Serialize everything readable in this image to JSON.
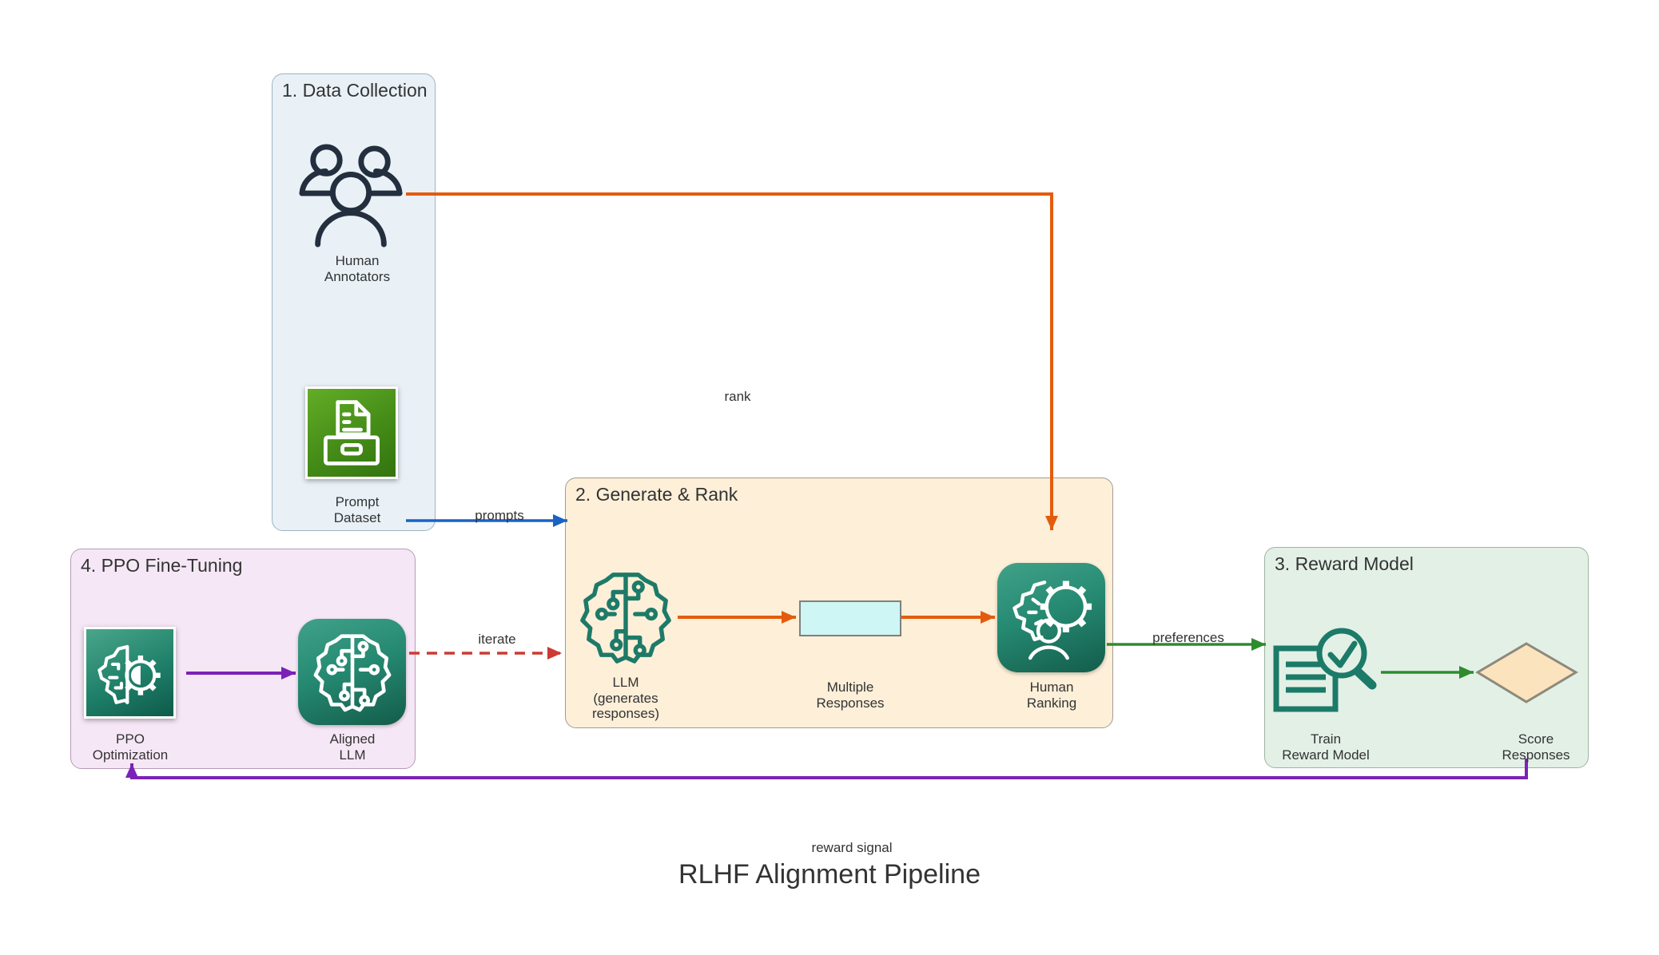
{
  "title": "RLHF Alignment Pipeline",
  "clusters": [
    {
      "title": "1. Data Collection",
      "fill": "#e9f1f7"
    },
    {
      "title": "2. Generate & Rank",
      "fill": "#fdefd8"
    },
    {
      "title": "3. Reward Model",
      "fill": "#e3f0e6"
    },
    {
      "title": "4. PPO Fine-Tuning",
      "fill": "#f6e7f6"
    }
  ],
  "nodes": {
    "human_annotators": "Human\nAnnotators",
    "prompt_dataset": "Prompt\nDataset",
    "llm": "LLM\n(generates\nresponses)",
    "multiple_responses": "Multiple\nResponses",
    "human_ranking": "Human\nRanking",
    "train_reward_model": "Train\nReward Model",
    "score_responses": "Score\nResponses",
    "ppo_optimization": "PPO\nOptimization",
    "aligned_llm": "Aligned\nLLM"
  },
  "icons": {
    "human_annotators": "people-group-icon",
    "prompt_dataset": "dataset-archive-icon",
    "llm": "brain-circuit-icon",
    "human_ranking": "gear-person-brain-icon",
    "train_reward_model": "document-magnifier-check-icon",
    "ppo_optimization": "brain-gear-icon",
    "aligned_llm": "brain-circuit-icon"
  },
  "edges": {
    "rank": "rank",
    "prompts": "prompts",
    "preferences": "preferences",
    "iterate": "iterate",
    "reward_signal": "reward signal"
  },
  "colors": {
    "text": "#333333",
    "annotator_stroke": "#232f3e",
    "teal_icon": "#1e7a68",
    "orange_edge": "#e35c0d",
    "blue_edge": "#1a63c5",
    "green_edge": "#2e8b2e",
    "purple_edge": "#7a22b8",
    "red_edge": "#cc3a33",
    "multiple_responses_fill": "#cdf6f5",
    "diamond_fill": "#fbe3bd",
    "diamond_stroke": "#8d897c"
  }
}
